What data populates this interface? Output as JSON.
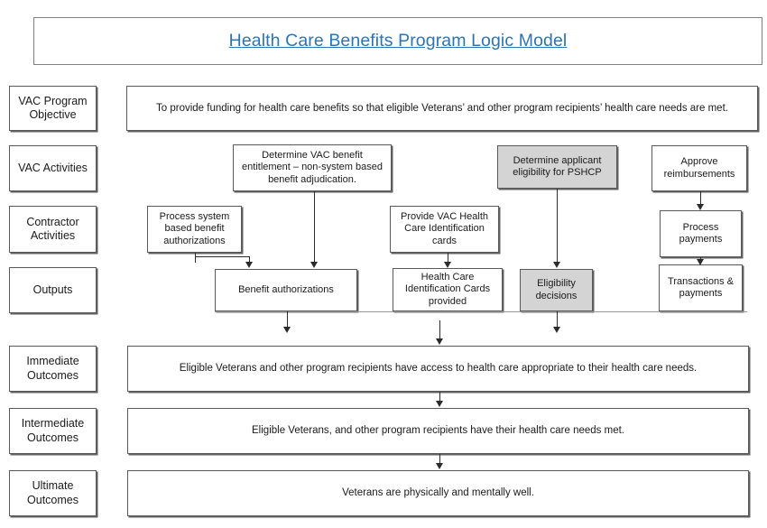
{
  "title": {
    "text": "Health Care Benefits Program Logic Model",
    "color": "#2E74B5"
  },
  "row_labels": [
    {
      "id": "vac-program-objective",
      "text": "VAC Program Objective"
    },
    {
      "id": "vac-activities",
      "text": "VAC Activities"
    },
    {
      "id": "contractor-activities",
      "text": "Contractor Activities"
    },
    {
      "id": "outputs",
      "text": "Outputs"
    },
    {
      "id": "immediate-outcomes",
      "text": "Immediate Outcomes"
    },
    {
      "id": "intermediate-outcomes",
      "text": "Intermediate Outcomes"
    },
    {
      "id": "ultimate-outcomes",
      "text": "Ultimate Outcomes"
    }
  ],
  "objective": {
    "text": "To provide funding for health care benefits so that eligible Veterans’ and other program recipients’ health care needs are met."
  },
  "vac_activities": [
    {
      "id": "determine-vac-benefit-entitlement",
      "text": "Determine VAC benefit entitlement – non-system based benefit adjudication.",
      "fill": "#ffffff"
    },
    {
      "id": "determine-applicant-eligibility-pshcp",
      "text": "Determine applicant eligibility for PSHCP",
      "fill": "#d4d4d4"
    },
    {
      "id": "approve-reimbursements",
      "text": "Approve reimbursements",
      "fill": "#ffffff"
    }
  ],
  "contractor_activities": [
    {
      "id": "process-system-based-benefit-authorizations",
      "text": "Process system based benefit authorizations",
      "fill": "#ffffff"
    },
    {
      "id": "provide-vac-health-care-identification-cards",
      "text": "Provide VAC Health Care Identification cards",
      "fill": "#ffffff"
    },
    {
      "id": "process-payments",
      "text": "Process payments",
      "fill": "#ffffff"
    }
  ],
  "outputs": [
    {
      "id": "benefit-authorizations",
      "text": "Benefit authorizations",
      "fill": "#ffffff"
    },
    {
      "id": "health-care-identification-cards-provided",
      "text": "Health Care Identification Cards provided",
      "fill": "#ffffff"
    },
    {
      "id": "eligibility-decisions",
      "text": "Eligibility decisions",
      "fill": "#d4d4d4"
    },
    {
      "id": "transactions-and-payments",
      "text": "Transactions & payments",
      "fill": "#ffffff"
    }
  ],
  "outcomes": [
    {
      "id": "immediate-outcome",
      "text": "Eligible Veterans and other program recipients have access to health care appropriate to their health care needs."
    },
    {
      "id": "intermediate-outcome",
      "text": "Eligible Veterans, and other program recipients have their health care needs met."
    },
    {
      "id": "ultimate-outcome",
      "text": "Veterans are physically and mentally well."
    }
  ]
}
